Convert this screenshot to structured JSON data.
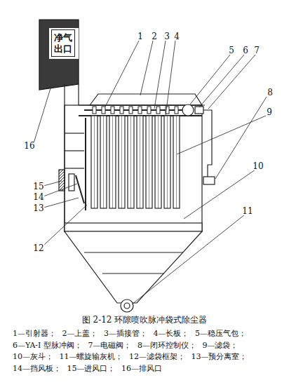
{
  "diagram": {
    "caption": "图 2-12 环隙喷吹脉冲袋式除尘器",
    "nodes": [
      {
        "text": [
          "净气出口"
        ]
      }
    ],
    "labels": [
      "1",
      "2",
      "3",
      "4",
      "5",
      "6",
      "7",
      "8",
      "9",
      "10",
      "11",
      "12",
      "13",
      "14",
      "15",
      "16",
      "1—引射器；",
      "2—上盖；",
      "3—插接管；",
      "4—长板；",
      "5—稳压气包；",
      "6—YA-I 型脉冲阀；",
      "7—电磁阀；",
      "8—闭环控制仪；",
      "9—滤袋；",
      "10—灰斗；",
      "11—螺旋输灰机；",
      "12—滤袋框架；",
      "13—预分离室；",
      "14—挡风板；",
      "15—进风口；",
      "16—排风口"
    ]
  }
}
